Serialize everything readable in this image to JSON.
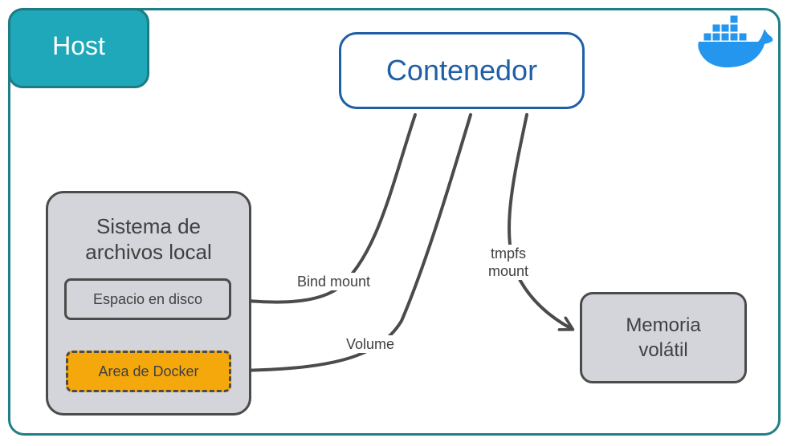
{
  "host": {
    "label": "Host"
  },
  "container": {
    "label": "Contenedor"
  },
  "filesystem": {
    "title_line1": "Sistema de",
    "title_line2": "archivos local",
    "disk": "Espacio en disco",
    "docker_area": "Area de Docker"
  },
  "memory": {
    "line1": "Memoria",
    "line2": "volátil"
  },
  "edges": {
    "bind": "Bind mount",
    "volume": "Volume",
    "tmpfs_line1": "tmpfs",
    "tmpfs_line2": "mount"
  },
  "colors": {
    "host_accent": "#1fa8b9",
    "container_accent": "#1f5fa8",
    "docker_area": "#f5a80c",
    "box_fill": "#d3d5db",
    "docker_blue": "#2496ed"
  },
  "icons": {
    "logo": "docker-whale-icon"
  }
}
